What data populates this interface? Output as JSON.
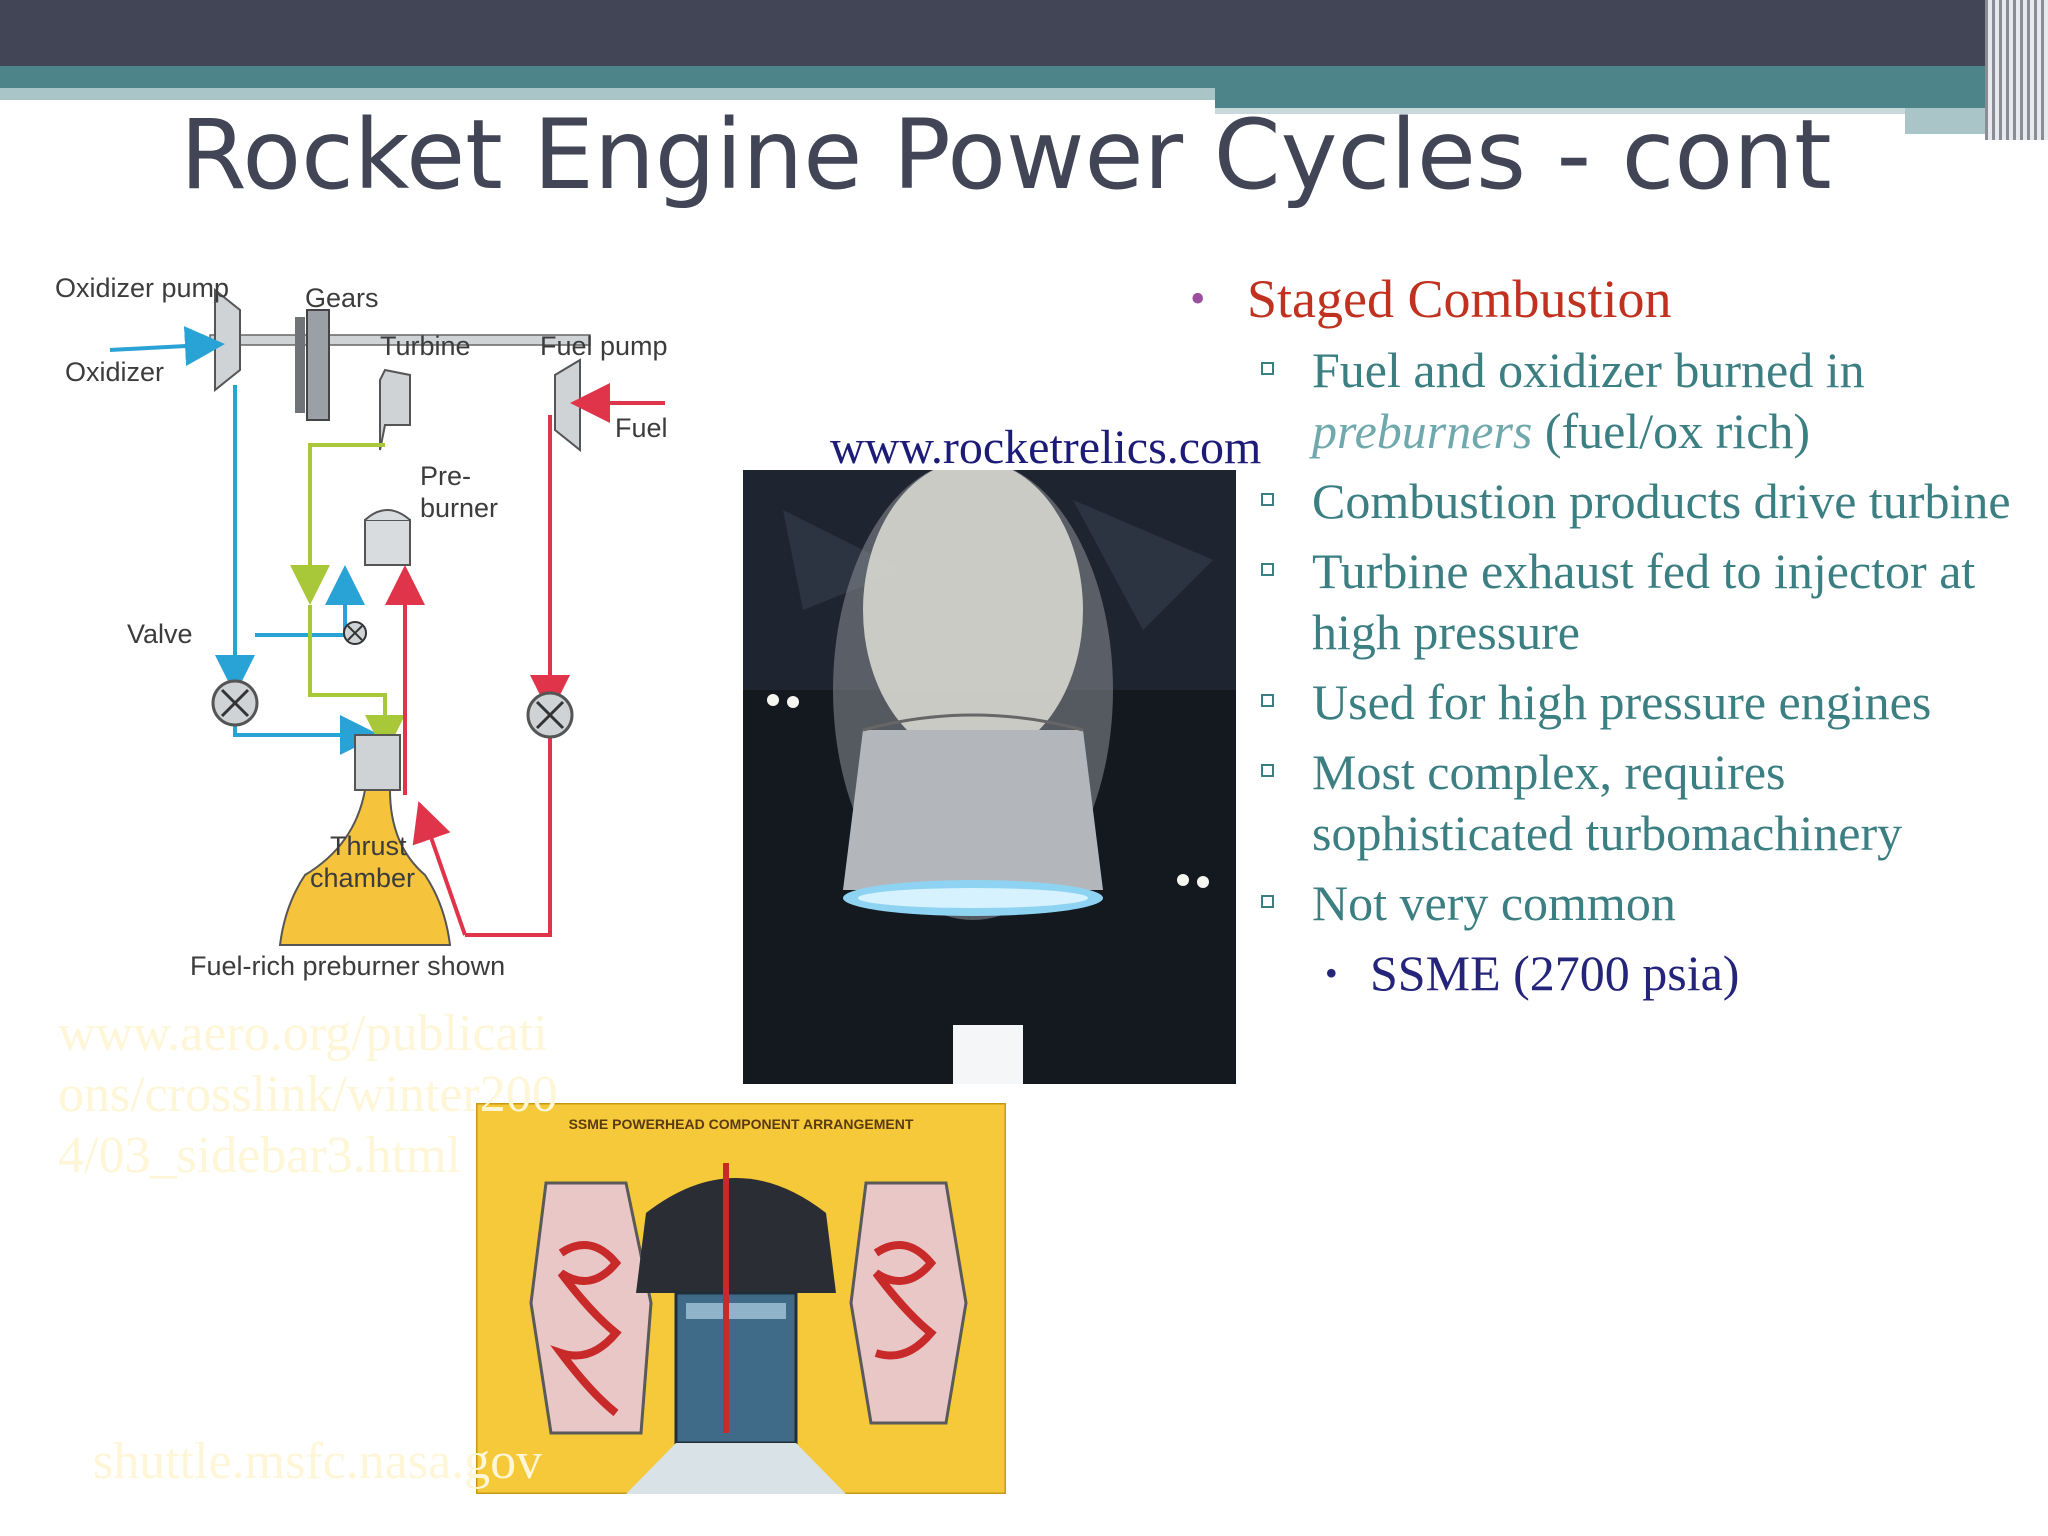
{
  "title": "Rocket Engine Power Cycles - cont",
  "diagram": {
    "oxidizer_pump": "Oxidizer pump",
    "gears": "Gears",
    "turbine": "Turbine",
    "fuel_pump": "Fuel pump",
    "oxidizer": "Oxidizer",
    "fuel": "Fuel",
    "preburner_line1": "Pre-",
    "preburner_line2": "burner",
    "valve": "Valve",
    "thrust_line1": "Thrust",
    "thrust_line2": "chamber",
    "caption": "Fuel-rich preburner shown"
  },
  "ssme_header": "SSME POWERHEAD COMPONENT ARRANGEMENT",
  "credits": {
    "rocketrelics": "www.rocketrelics.com",
    "aero": "www.aero.org/publications/crosslink/winter2004/03_sidebar3.html",
    "nasa": "shuttle.msfc.nasa.gov"
  },
  "bullets": {
    "main": "Staged Combustion",
    "sub1_pre": "Fuel and oxidizer burned in ",
    "sub1_em": "preburners",
    "sub1_post": " (fuel/ox rich)",
    "sub2": "Combustion products drive turbine",
    "sub3": "Turbine exhaust fed to injector at high pressure",
    "sub4": "Used for high pressure engines",
    "sub5": "Most complex, requires sophisticated turbomachinery",
    "sub6": "Not very common",
    "subsub1": "SSME (2700 psia)"
  },
  "colors": {
    "title": "#424556",
    "bullet_main": "#c0311f",
    "bullet_sub": "#3c7f83",
    "bullet_subsub": "#24247a",
    "oxidizer_line": "#29a3d6",
    "fuel_line": "#e0344a",
    "hot_gas_line": "#a8c83a",
    "chamber_fill": "#f5c33c",
    "credit_faint": "#fef6d6"
  }
}
